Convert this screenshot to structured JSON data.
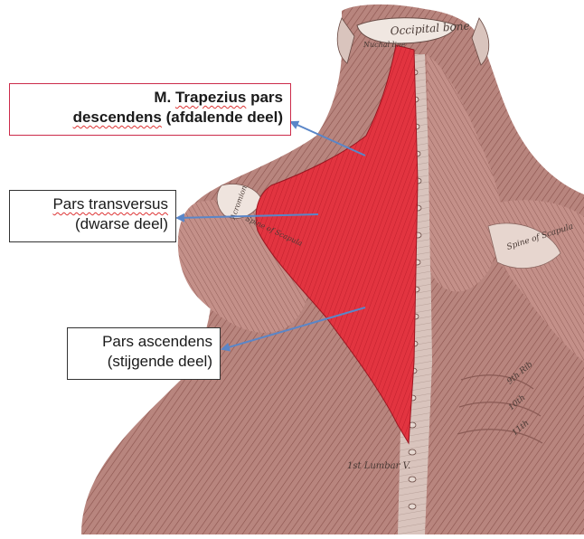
{
  "labels": {
    "descendens": {
      "line1_prefix": "M. ",
      "line1_word": "Trapezius",
      "line1_suffix": " pars",
      "line2_word": "descendens",
      "line2_suffix": " (afdalende deel)"
    },
    "transversus": {
      "line1_word": "Pars transversus",
      "line2": "(dwarse deel)"
    },
    "ascendens": {
      "line1": "Pars ascendens",
      "line2": "(stijgende deel)"
    }
  },
  "anatomy_text": {
    "occipital": "Occipital bone",
    "nuchal": "Nuchal line",
    "acromion": "Acromion",
    "spine_left": "Spine of Scapula",
    "spine_right": "Spine of Scapula",
    "dorsal": "1st Lumbar V.",
    "rib9": "9th Rib",
    "rib10": "10th",
    "rib11": "11th"
  },
  "colors": {
    "trapezius": "#e0303a",
    "muscle": "#b48079",
    "muscle_dark": "#7c4a45",
    "skin_light": "#d8bdb5",
    "arrow": "#5a86c8",
    "primary_border": "#cc2b4a"
  }
}
